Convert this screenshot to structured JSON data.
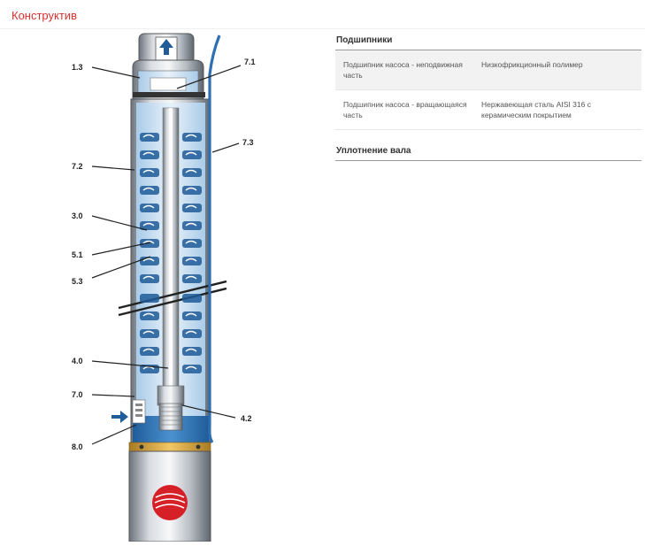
{
  "section": {
    "title": "Конструктив"
  },
  "diagram": {
    "callouts": {
      "c13": "1.3",
      "c72": "7.2",
      "c30": "3.0",
      "c51": "5.1",
      "c53": "5.3",
      "c40": "4.0",
      "c70": "7.0",
      "c80": "8.0",
      "c71": "7.1",
      "c73": "7.3",
      "c42": "4.2"
    },
    "colors": {
      "water": "#cfe3f3",
      "water_dark": "#3a78b8",
      "steel": "#9aa3ad",
      "cable": "#2d6fb4",
      "motor_band": "#e0a63a",
      "logo_red": "#d62027"
    }
  },
  "specs": {
    "groups": [
      {
        "title": "Подшипники",
        "rows": [
          {
            "name": "Подшипник насоса - неподвижная часть",
            "value": "Низкофрикционный полимер"
          },
          {
            "name": "Подшипник насоса - вращающаяся часть",
            "value": "Нержавеющая сталь AISI 316 с керамическим покрытием"
          }
        ]
      },
      {
        "title": "Уплотнение вала",
        "rows": []
      }
    ]
  }
}
